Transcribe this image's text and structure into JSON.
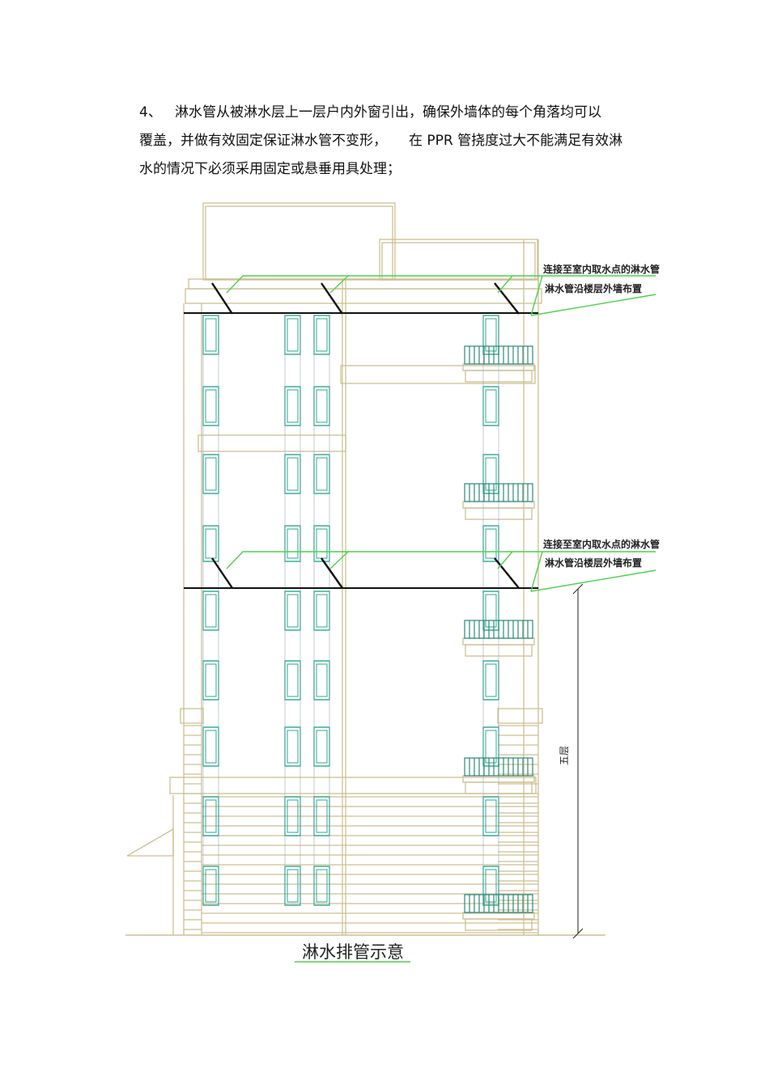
{
  "paragraph": {
    "line1": "4、   淋水管从被淋水层上一层户内外窗引出，确保外墙体的每个角落均可以",
    "line2": "覆盖，并做有效固定保证淋水管不变形，     在 PPR 管挠度过大不能满足有效淋",
    "line3": "水的情况下必须采用固定或悬垂用具处理；"
  },
  "drawing": {
    "annotations": [
      {
        "line1": "连接至室内取水点的淋水管",
        "line2": "淋水管沿楼层外墙布置"
      },
      {
        "line1": "连接至室内取水点的淋水管",
        "line2": "淋水管沿楼层外墙布置"
      }
    ],
    "dimension_label": "五层",
    "caption": "淋水排管示意",
    "colors": {
      "wall": "#cdbf92",
      "window": "#2aa890",
      "pipe": "#4cd24c",
      "floor_line": "#111111"
    }
  }
}
